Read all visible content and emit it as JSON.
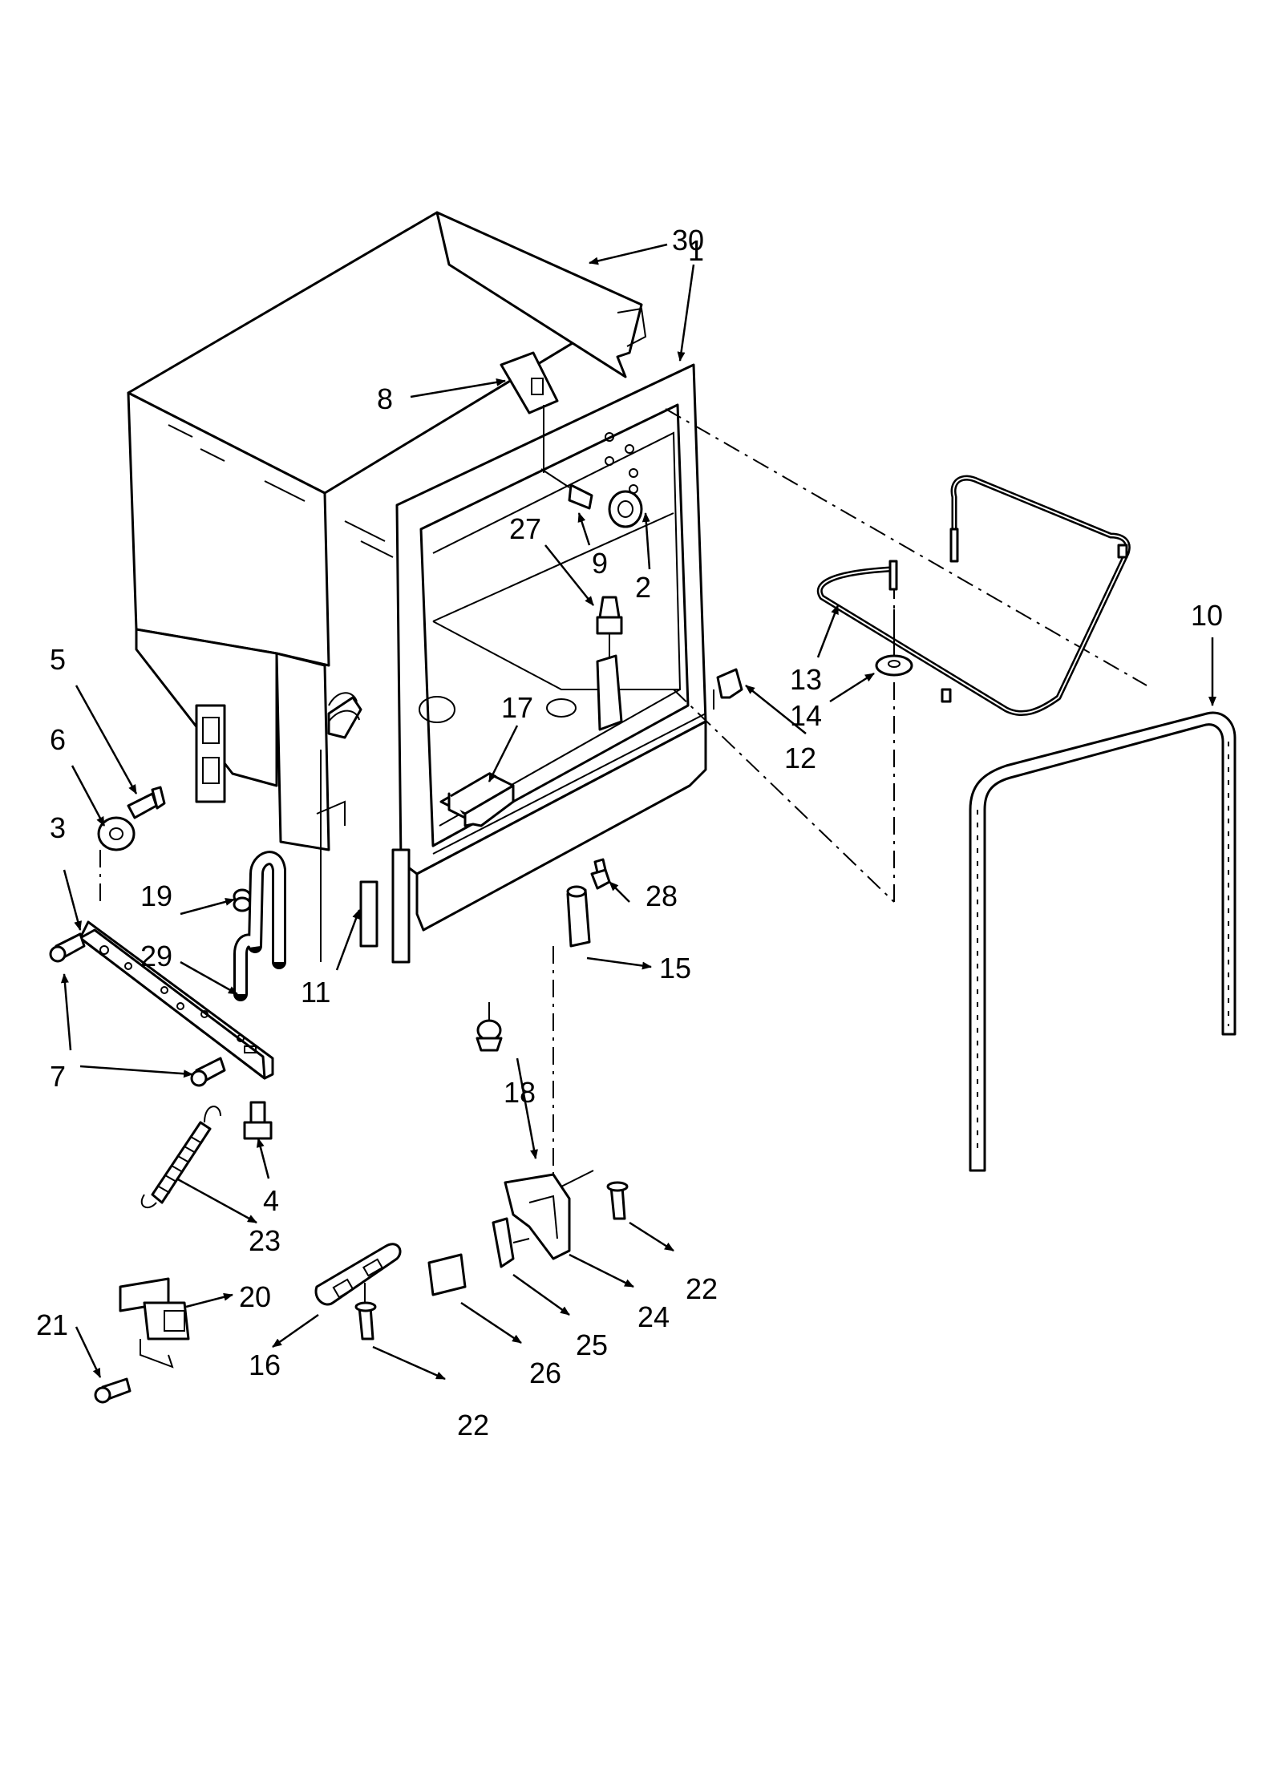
{
  "callouts": {
    "c1": "1",
    "c2": "2",
    "c3": "3",
    "c4": "4",
    "c5": "5",
    "c6": "6",
    "c7": "7",
    "c8": "8",
    "c9": "9",
    "c10": "10",
    "c11": "11",
    "c12": "12",
    "c13": "13",
    "c14": "14",
    "c15": "15",
    "c16": "16",
    "c17": "17",
    "c18": "18",
    "c19": "19",
    "c20": "20",
    "c21": "21",
    "c22a": "22",
    "c22b": "22",
    "c23": "23",
    "c24": "24",
    "c25": "25",
    "c26": "26",
    "c27": "27",
    "c28": "28",
    "c29": "29",
    "c30": "30"
  }
}
